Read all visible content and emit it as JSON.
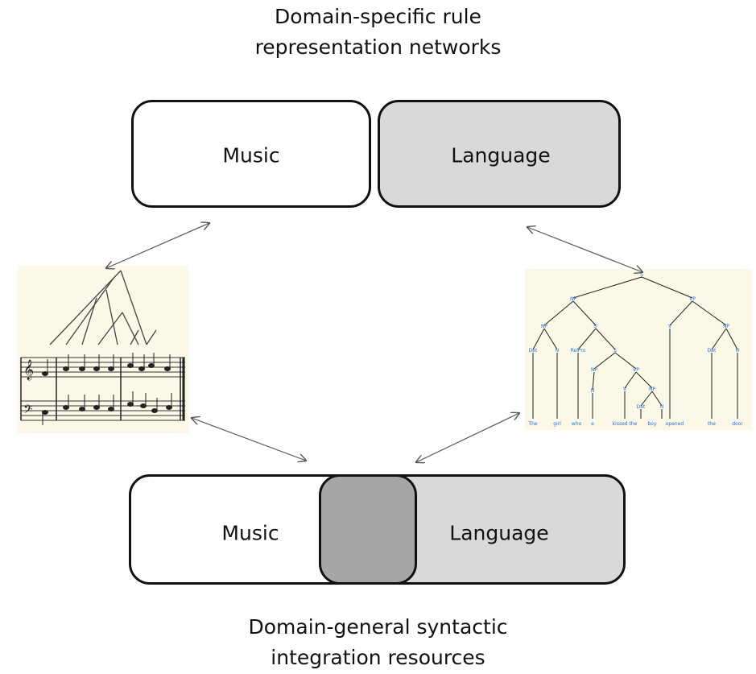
{
  "top_caption": [
    "Domain-specific rule",
    "representation networks"
  ],
  "bottom_caption": [
    "Domain-general syntactic",
    "integration resources"
  ],
  "top_boxes": {
    "music": "Music",
    "language": "Language"
  },
  "bottom_boxes": {
    "music": "Music",
    "language": "Language"
  },
  "colors": {
    "white_box": "#ffffff",
    "language_box": "#d9d9d9",
    "overlap_box": "#a6a6a6",
    "panel_bg": "#fbf8e8",
    "tree_label": "#2a6fd1",
    "arrow": "#555555"
  },
  "syntax_tree": {
    "nodes": [
      "S",
      "NP",
      "VP",
      "NP",
      "S'",
      "V",
      "NP",
      "Det",
      "N",
      "RelPro",
      "S",
      "NP",
      "VP",
      "Det",
      "N",
      "N",
      "V",
      "NP",
      "Det",
      "N"
    ],
    "words": [
      "The",
      "girl",
      "who",
      "e",
      "kissed the",
      "boy",
      "opened",
      "the",
      "door"
    ]
  }
}
